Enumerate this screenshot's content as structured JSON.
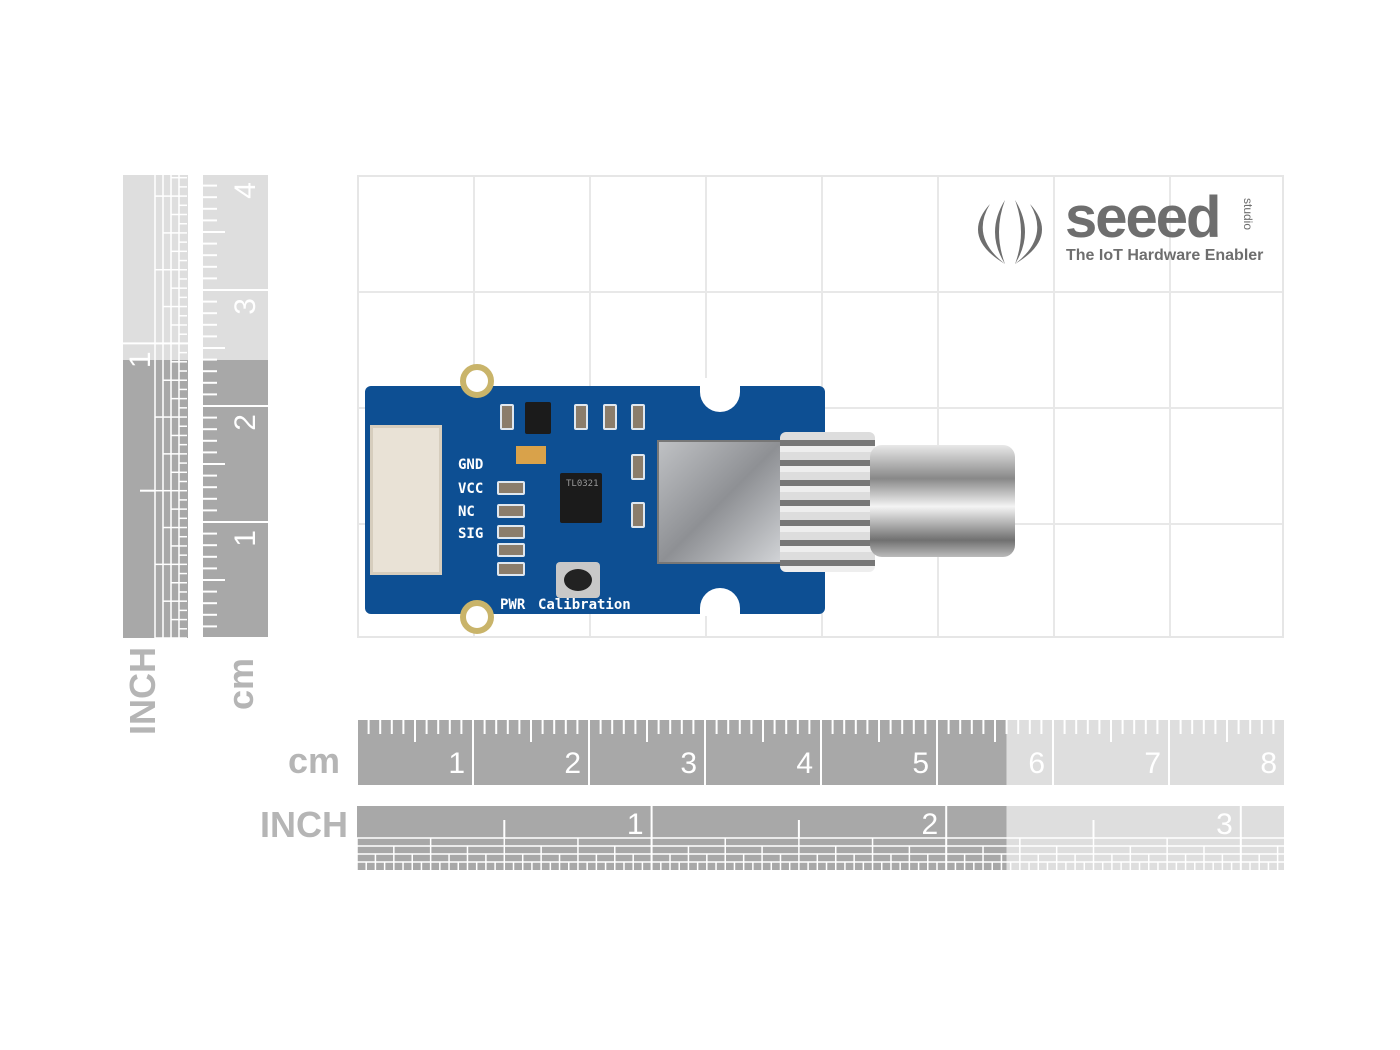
{
  "product": {
    "pin_labels": [
      "GND",
      "VCC",
      "NC",
      "SIG"
    ],
    "button_labels": [
      "PWR",
      "Calibration"
    ],
    "ic_text": "TL0321"
  },
  "logo": {
    "brand": "seeed",
    "sub": "studio",
    "tagline": "The IoT Hardware Enabler"
  },
  "rulers": {
    "horizontal_cm": {
      "unit": "cm",
      "ticks": [
        "1",
        "2",
        "3",
        "4",
        "5",
        "6",
        "7",
        "8"
      ],
      "highlight_value_cm": 5.6
    },
    "horizontal_inch": {
      "unit": "INCH",
      "ticks": [
        "1",
        "2",
        "3"
      ]
    },
    "vertical_cm": {
      "unit": "cm",
      "ticks": [
        "1",
        "2",
        "3",
        "4"
      ]
    },
    "vertical_inch": {
      "unit": "INCH",
      "ticks": [
        "1"
      ]
    }
  },
  "colors": {
    "ruler_dark": "#a8a8a8",
    "ruler_light": "#dedede",
    "board": "#0d4f93"
  }
}
